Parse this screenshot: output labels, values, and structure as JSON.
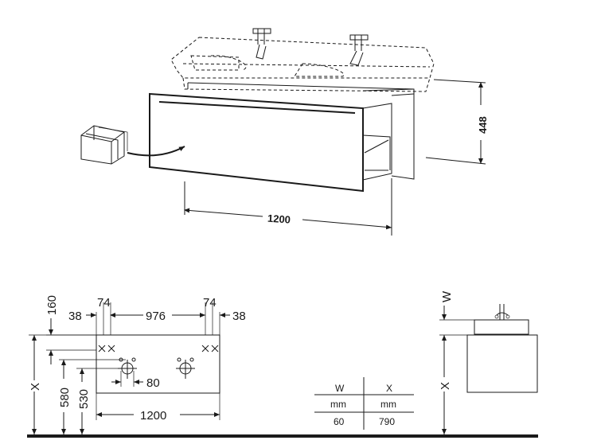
{
  "top_view": {
    "width_label": "1200",
    "height_label": "448"
  },
  "front_view": {
    "dim_160": "160",
    "dim_38_left": "38",
    "dim_74_left": "74",
    "dim_976": "976",
    "dim_74_right": "74",
    "dim_38_right": "38",
    "dim_80": "80",
    "dim_580": "580",
    "dim_530": "530",
    "dim_1200": "1200",
    "x_label": "X"
  },
  "table": {
    "headers": [
      "W",
      "X"
    ],
    "units": [
      "mm",
      "mm"
    ],
    "values": [
      "60",
      "790"
    ]
  },
  "side_view": {
    "w_label": "W",
    "x_label": "X"
  }
}
